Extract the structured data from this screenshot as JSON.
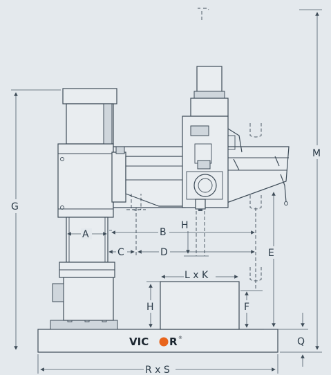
{
  "labels": {
    "m": "M",
    "g": "G",
    "a": "A",
    "b": "B",
    "c": "C",
    "d": "D",
    "e": "E",
    "h_spindle": "H",
    "h_table": "H",
    "lxk": "L x K",
    "f": "F",
    "q": "Q",
    "rxs": "R x S"
  },
  "logo": {
    "brand_start": "VIC",
    "brand_end": "R",
    "trademark": "®",
    "accent_color": "#e8641c"
  },
  "colors": {
    "background": "#e4e9ed",
    "line": "#3e4c58"
  }
}
